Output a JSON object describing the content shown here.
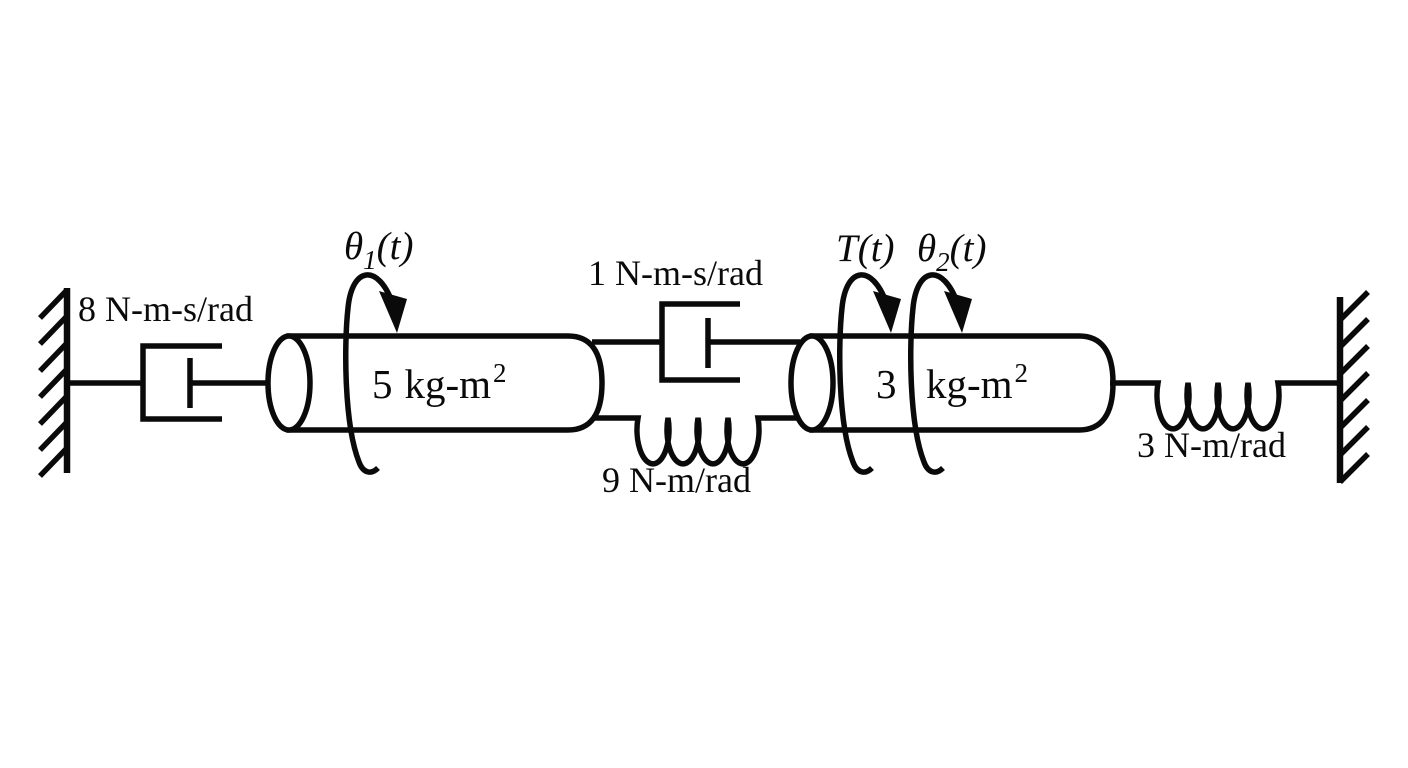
{
  "labels": {
    "damper_left": "8 N-m-s/rad",
    "damper_middle": "1 N-m-s/rad",
    "spring_middle": "9 N-m/rad",
    "spring_right": "3 N-m/rad"
  },
  "symbols": {
    "theta1": {
      "base": "θ",
      "sub": "1",
      "suffix": "(t)"
    },
    "theta2": {
      "base": "θ",
      "sub": "2",
      "suffix": "(t)"
    },
    "torque": {
      "base": "T",
      "suffix": "(t)"
    }
  },
  "inertias": {
    "left": {
      "value": "5",
      "unit_base": "kg-m",
      "unit_sup": "2"
    },
    "right": {
      "value": "3",
      "unit_base": "kg-m",
      "unit_sup": "2"
    }
  },
  "colors": {
    "ink": "#0a0a0a",
    "background": "#ffffff"
  }
}
